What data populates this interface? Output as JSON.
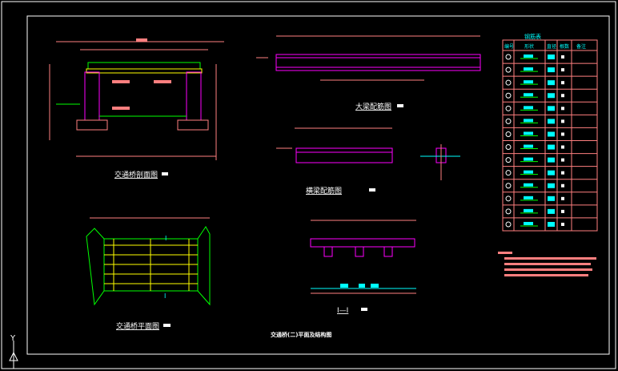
{
  "drawing": {
    "section_title": "交通桥剖面图",
    "plan_title": "交通桥平面图",
    "main_beam_title": "大梁配筋图",
    "cross_beam_title": "横梁配筋图",
    "section_cut_title": "I—I",
    "sheet_title": "交通桥(二)平面及结构图",
    "cut_mark": "I"
  },
  "rebar_table": {
    "title": "钢筋表",
    "headers": [
      "编号",
      "形状",
      "直径",
      "根数",
      "备注"
    ],
    "row_count": 14
  },
  "ucs": {
    "y_label": "Y"
  },
  "colors": {
    "pink": "#ff7f7f",
    "magenta": "#ff00ff",
    "yellow": "#ffff00",
    "green": "#00ff00",
    "cyan": "#00ffff",
    "white": "#ffffff"
  }
}
